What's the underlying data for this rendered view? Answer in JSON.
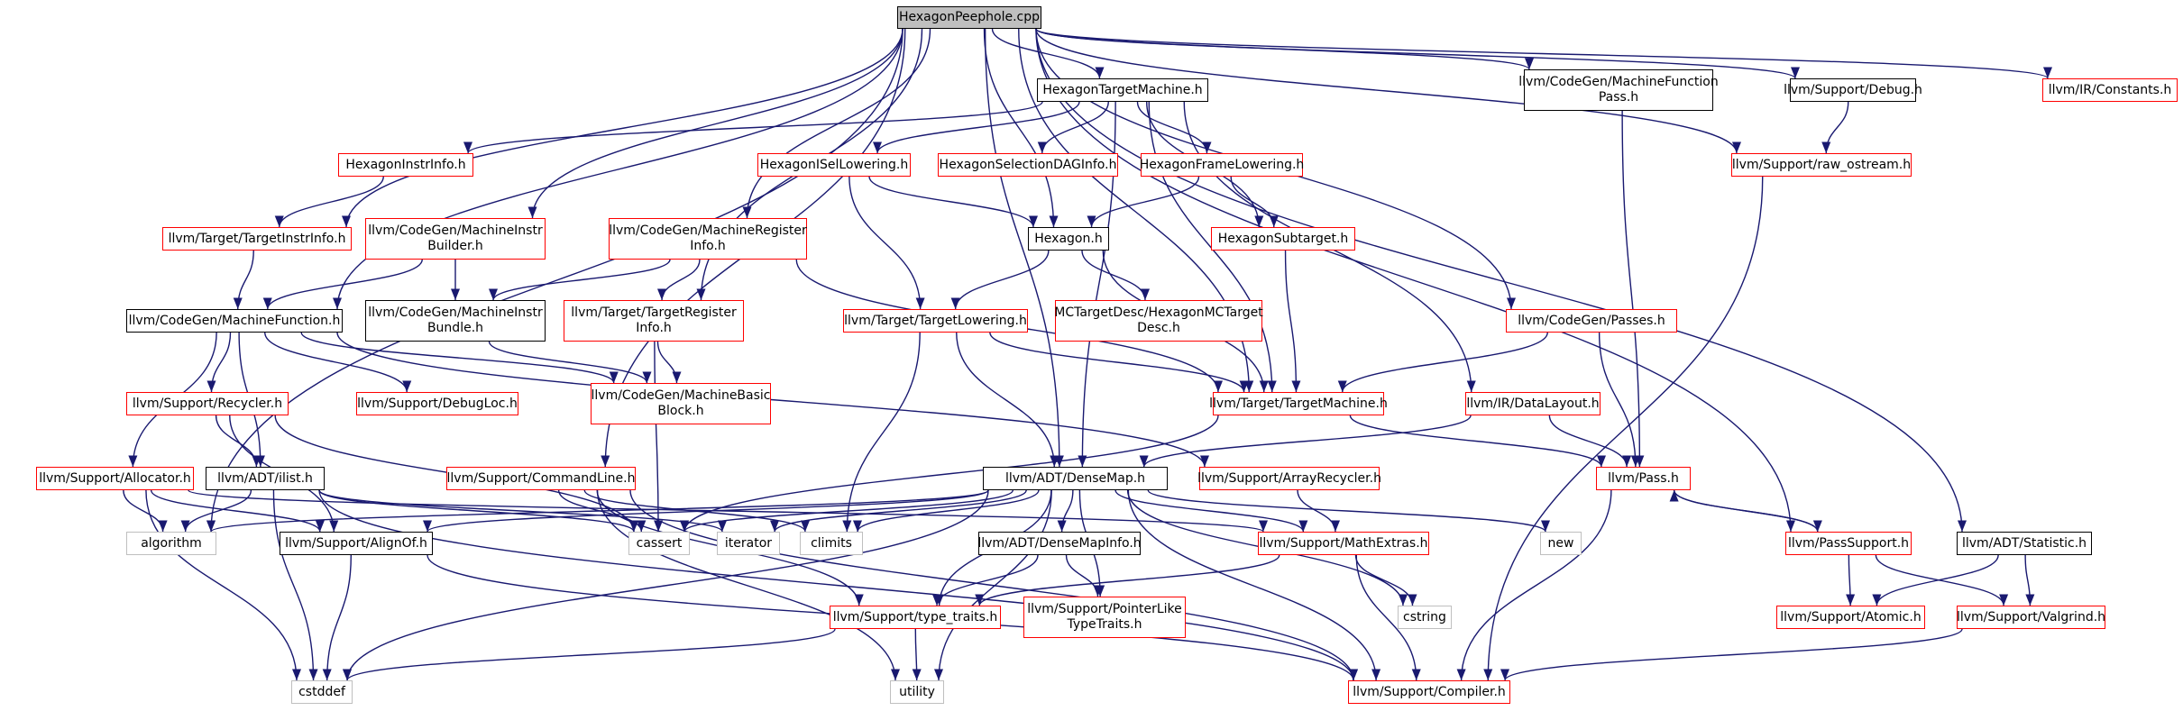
{
  "diagram": {
    "nodes": [
      {
        "id": "root",
        "label": "HexagonPeephole.cpp",
        "style": "root"
      },
      {
        "id": "htm",
        "label": "HexagonTargetMachine.h",
        "style": "black"
      },
      {
        "id": "mfp",
        "label": "llvm/CodeGen/MachineFunction\nPass.h",
        "style": "black"
      },
      {
        "id": "dbg",
        "label": "llvm/Support/Debug.h",
        "style": "black"
      },
      {
        "id": "irc",
        "label": "llvm/IR/Constants.h",
        "style": "red"
      },
      {
        "id": "hii",
        "label": "HexagonInstrInfo.h",
        "style": "red"
      },
      {
        "id": "hisel",
        "label": "HexagonISelLowering.h",
        "style": "red"
      },
      {
        "id": "hsdag",
        "label": "HexagonSelectionDAGInfo.h",
        "style": "red"
      },
      {
        "id": "hfl",
        "label": "HexagonFrameLowering.h",
        "style": "red"
      },
      {
        "id": "raw",
        "label": "llvm/Support/raw_ostream.h",
        "style": "red"
      },
      {
        "id": "tii",
        "label": "llvm/Target/TargetInstrInfo.h",
        "style": "red"
      },
      {
        "id": "mib",
        "label": "llvm/CodeGen/MachineInstr\nBuilder.h",
        "style": "red"
      },
      {
        "id": "mri",
        "label": "llvm/CodeGen/MachineRegister\nInfo.h",
        "style": "red"
      },
      {
        "id": "hex",
        "label": "Hexagon.h",
        "style": "black"
      },
      {
        "id": "hst",
        "label": "HexagonSubtarget.h",
        "style": "red"
      },
      {
        "id": "mf",
        "label": "llvm/CodeGen/MachineFunction.h",
        "style": "black"
      },
      {
        "id": "mibnd",
        "label": "llvm/CodeGen/MachineInstr\nBundle.h",
        "style": "black"
      },
      {
        "id": "tri",
        "label": "llvm/Target/TargetRegister\nInfo.h",
        "style": "red"
      },
      {
        "id": "tl",
        "label": "llvm/Target/TargetLowering.h",
        "style": "red"
      },
      {
        "id": "mctd",
        "label": "MCTargetDesc/HexagonMCTarget\nDesc.h",
        "style": "red"
      },
      {
        "id": "passes",
        "label": "llvm/CodeGen/Passes.h",
        "style": "red"
      },
      {
        "id": "rec",
        "label": "llvm/Support/Recycler.h",
        "style": "red"
      },
      {
        "id": "dloc",
        "label": "llvm/Support/DebugLoc.h",
        "style": "red"
      },
      {
        "id": "mbb",
        "label": "llvm/CodeGen/MachineBasic\nBlock.h",
        "style": "red"
      },
      {
        "id": "tm",
        "label": "llvm/Target/TargetMachine.h",
        "style": "red"
      },
      {
        "id": "dl",
        "label": "llvm/IR/DataLayout.h",
        "style": "red"
      },
      {
        "id": "alloc",
        "label": "llvm/Support/Allocator.h",
        "style": "red"
      },
      {
        "id": "ilist",
        "label": "llvm/ADT/ilist.h",
        "style": "black"
      },
      {
        "id": "cl",
        "label": "llvm/Support/CommandLine.h",
        "style": "red"
      },
      {
        "id": "dm",
        "label": "llvm/ADT/DenseMap.h",
        "style": "black"
      },
      {
        "id": "arec",
        "label": "llvm/Support/ArrayRecycler.h",
        "style": "red"
      },
      {
        "id": "pass",
        "label": "llvm/Pass.h",
        "style": "red"
      },
      {
        "id": "algo",
        "label": "algorithm",
        "style": "gray"
      },
      {
        "id": "alignof",
        "label": "llvm/Support/AlignOf.h",
        "style": "black"
      },
      {
        "id": "cassert",
        "label": "cassert",
        "style": "gray"
      },
      {
        "id": "iter",
        "label": "iterator",
        "style": "gray"
      },
      {
        "id": "climits",
        "label": "climits",
        "style": "gray"
      },
      {
        "id": "dmi",
        "label": "llvm/ADT/DenseMapInfo.h",
        "style": "black"
      },
      {
        "id": "mathx",
        "label": "llvm/Support/MathExtras.h",
        "style": "red"
      },
      {
        "id": "new",
        "label": "new",
        "style": "gray"
      },
      {
        "id": "ps",
        "label": "llvm/PassSupport.h",
        "style": "red"
      },
      {
        "id": "stat",
        "label": "llvm/ADT/Statistic.h",
        "style": "black"
      },
      {
        "id": "tt",
        "label": "llvm/Support/type_traits.h",
        "style": "red"
      },
      {
        "id": "pltt",
        "label": "llvm/Support/PointerLike\nTypeTraits.h",
        "style": "red"
      },
      {
        "id": "cstring",
        "label": "cstring",
        "style": "gray"
      },
      {
        "id": "atomic",
        "label": "llvm/Support/Atomic.h",
        "style": "red"
      },
      {
        "id": "valg",
        "label": "llvm/Support/Valgrind.h",
        "style": "red"
      },
      {
        "id": "cstddef",
        "label": "cstddef",
        "style": "gray"
      },
      {
        "id": "util",
        "label": "utility",
        "style": "gray"
      },
      {
        "id": "comp",
        "label": "llvm/Support/Compiler.h",
        "style": "red"
      }
    ],
    "edges": [
      [
        "root",
        "htm"
      ],
      [
        "root",
        "mfp"
      ],
      [
        "root",
        "dbg"
      ],
      [
        "root",
        "irc"
      ],
      [
        "root",
        "tii"
      ],
      [
        "root",
        "mib"
      ],
      [
        "root",
        "mri"
      ],
      [
        "root",
        "hex"
      ],
      [
        "root",
        "mf"
      ],
      [
        "root",
        "tri"
      ],
      [
        "root",
        "passes"
      ],
      [
        "root",
        "tm"
      ],
      [
        "root",
        "dm"
      ],
      [
        "root",
        "raw"
      ],
      [
        "root",
        "ps"
      ],
      [
        "root",
        "stat"
      ],
      [
        "root",
        "algo"
      ],
      [
        "root",
        "cl"
      ],
      [
        "htm",
        "hii"
      ],
      [
        "htm",
        "hisel"
      ],
      [
        "htm",
        "hsdag"
      ],
      [
        "htm",
        "hfl"
      ],
      [
        "htm",
        "hst"
      ],
      [
        "htm",
        "tm"
      ],
      [
        "htm",
        "dl"
      ],
      [
        "htm",
        "dm"
      ],
      [
        "mfp",
        "pass"
      ],
      [
        "dbg",
        "raw"
      ],
      [
        "hii",
        "tii"
      ],
      [
        "hisel",
        "hex"
      ],
      [
        "hisel",
        "tl"
      ],
      [
        "hfl",
        "hex"
      ],
      [
        "hfl",
        "hst"
      ],
      [
        "raw",
        "comp"
      ],
      [
        "tii",
        "mf"
      ],
      [
        "mib",
        "mf"
      ],
      [
        "mib",
        "mibnd"
      ],
      [
        "mri",
        "mibnd"
      ],
      [
        "mri",
        "tri"
      ],
      [
        "mri",
        "tm"
      ],
      [
        "hex",
        "tl"
      ],
      [
        "hex",
        "mctd"
      ],
      [
        "hex",
        "tm"
      ],
      [
        "hst",
        "tm"
      ],
      [
        "mf",
        "rec"
      ],
      [
        "mf",
        "dloc"
      ],
      [
        "mf",
        "mbb"
      ],
      [
        "mf",
        "alloc"
      ],
      [
        "mf",
        "ilist"
      ],
      [
        "mf",
        "arec"
      ],
      [
        "mibnd",
        "mbb"
      ],
      [
        "tri",
        "mbb"
      ],
      [
        "tri",
        "cassert"
      ],
      [
        "tl",
        "tm"
      ],
      [
        "tl",
        "dm"
      ],
      [
        "tl",
        "climits"
      ],
      [
        "passes",
        "tm"
      ],
      [
        "passes",
        "pass"
      ],
      [
        "rec",
        "ilist"
      ],
      [
        "rec",
        "alignof"
      ],
      [
        "rec",
        "cassert"
      ],
      [
        "tm",
        "pass"
      ],
      [
        "tm",
        "cassert"
      ],
      [
        "dl",
        "dm"
      ],
      [
        "dl",
        "pass"
      ],
      [
        "alloc",
        "algo"
      ],
      [
        "alloc",
        "alignof"
      ],
      [
        "alloc",
        "cstddef"
      ],
      [
        "alloc",
        "mathx"
      ],
      [
        "ilist",
        "algo"
      ],
      [
        "ilist",
        "cassert"
      ],
      [
        "ilist",
        "cstddef"
      ],
      [
        "ilist",
        "iter"
      ],
      [
        "ilist",
        "comp"
      ],
      [
        "cl",
        "cassert"
      ],
      [
        "cl",
        "climits"
      ],
      [
        "cl",
        "tt"
      ],
      [
        "cl",
        "util"
      ],
      [
        "cl",
        "comp"
      ],
      [
        "dm",
        "algo"
      ],
      [
        "dm",
        "alignof"
      ],
      [
        "dm",
        "cassert"
      ],
      [
        "dm",
        "iter"
      ],
      [
        "dm",
        "climits"
      ],
      [
        "dm",
        "dmi"
      ],
      [
        "dm",
        "mathx"
      ],
      [
        "dm",
        "new"
      ],
      [
        "dm",
        "tt"
      ],
      [
        "dm",
        "pltt"
      ],
      [
        "dm",
        "cstring"
      ],
      [
        "dm",
        "cstddef"
      ],
      [
        "dm",
        "util"
      ],
      [
        "dm",
        "comp"
      ],
      [
        "arec",
        "mathx"
      ],
      [
        "pass",
        "comp"
      ],
      [
        "pass",
        "ps"
      ],
      [
        "ps",
        "pass"
      ],
      [
        "ps",
        "atomic"
      ],
      [
        "ps",
        "valg"
      ],
      [
        "stat",
        "atomic"
      ],
      [
        "stat",
        "valg"
      ],
      [
        "dmi",
        "tt"
      ],
      [
        "dmi",
        "pltt"
      ],
      [
        "mathx",
        "tt"
      ],
      [
        "mathx",
        "cstring"
      ],
      [
        "mathx",
        "comp"
      ],
      [
        "alignof",
        "cstddef"
      ],
      [
        "alignof",
        "comp"
      ],
      [
        "tt",
        "cstddef"
      ],
      [
        "tt",
        "util"
      ],
      [
        "valg",
        "comp"
      ]
    ]
  }
}
